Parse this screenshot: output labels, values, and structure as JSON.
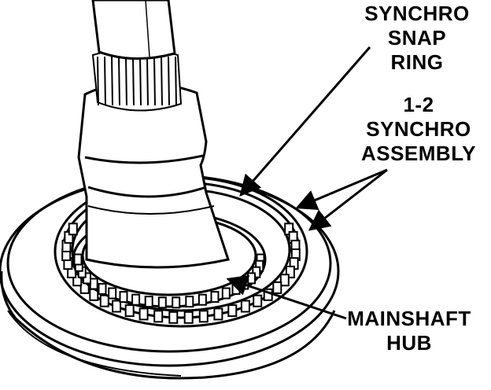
{
  "diagram": {
    "labels": {
      "synchro_snap_ring": [
        "SYNCHRO",
        "SNAP",
        "RING"
      ],
      "synchro_assembly": [
        "1-2",
        "SYNCHRO",
        "ASSEMBLY"
      ],
      "mainshaft_hub": [
        "MAINSHAFT",
        "HUB"
      ]
    },
    "colors": {
      "ink": "#000000",
      "paper": "#ffffff"
    }
  }
}
